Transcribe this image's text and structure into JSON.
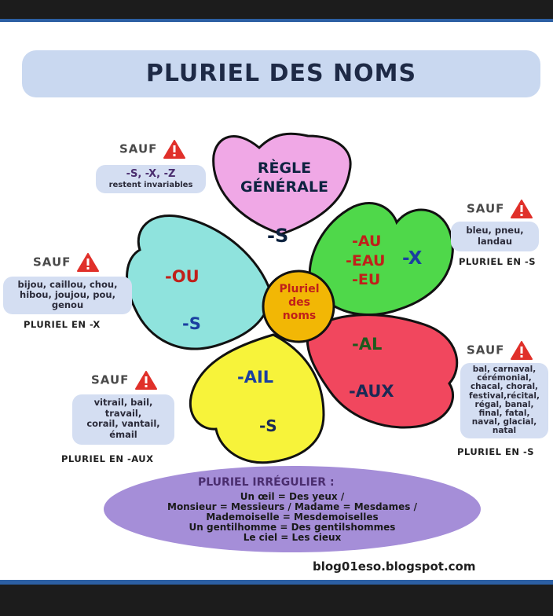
{
  "title": "PLURIEL DES NOMS",
  "center": "Pluriel des noms",
  "center_lines": [
    "Pluriel",
    "des",
    "noms"
  ],
  "petals": {
    "top": {
      "lines": [
        "RÈGLE",
        "GÉNÉRALE"
      ],
      "suffix": "-S",
      "color": "#f0a8e6"
    },
    "left": {
      "suffix_a": "-OU",
      "suffix_b": "-S",
      "color": "#8fe3dd"
    },
    "right_top": {
      "suffixes": [
        "-AU",
        "-EAU",
        "-EU"
      ],
      "plural": "-X",
      "color": "#4fd84a"
    },
    "right_bottom": {
      "suffix_a": "-AL",
      "suffix_b": "-AUX",
      "color": "#f1475e"
    },
    "bottom": {
      "suffix_a": "-AIL",
      "suffix_b": "-S",
      "color": "#f7f33a"
    }
  },
  "exceptions": {
    "top_left": {
      "label": "SAUF",
      "lines": [
        "-S, -X, -Z",
        "restent invariables"
      ]
    },
    "right_top": {
      "label": "SAUF",
      "lines": [
        "bleu, pneu,",
        "landau"
      ],
      "rule": "PLURIEL EN -S"
    },
    "left": {
      "label": "SAUF",
      "lines": [
        "bijou, caillou, chou,",
        "hibou, joujou, pou,",
        "genou"
      ],
      "rule": "PLURIEL EN -X"
    },
    "bottom_left": {
      "label": "SAUF",
      "lines": [
        "vitrail, bail,",
        "travail,",
        "corail, vantail,",
        "émail"
      ],
      "rule": "PLURIEL EN -AUX"
    },
    "right_bottom": {
      "label": "SAUF",
      "lines": [
        "bal, carnaval,",
        "cérémonial,",
        "chacal, choral,",
        "festival,récital,",
        "régal, banal,",
        "final, fatal,",
        "naval, glacial,",
        "natal"
      ],
      "rule": "PLURIEL EN -S"
    }
  },
  "irregular": {
    "title": "PLURIEL IRRÉGULIER :",
    "lines": [
      "Un œil = Des yeux  /",
      "Monsieur =  Messieurs  /  Madame = Mesdames  /",
      "Mademoiselle = Mesdemoiselles",
      "Un gentilhomme = Des gentilshommes",
      "Le ciel = Les cieux"
    ],
    "color": "#a58ed8"
  },
  "footer": "blog01eso.blogspot.com",
  "colors": {
    "frame": "#2c5fa3",
    "title_bar": "#c9d8f0",
    "center": "#f2b705",
    "accent_red": "#c0201a",
    "warning": "#e0302a"
  },
  "icons": {
    "warning": "warning-triangle-icon"
  }
}
